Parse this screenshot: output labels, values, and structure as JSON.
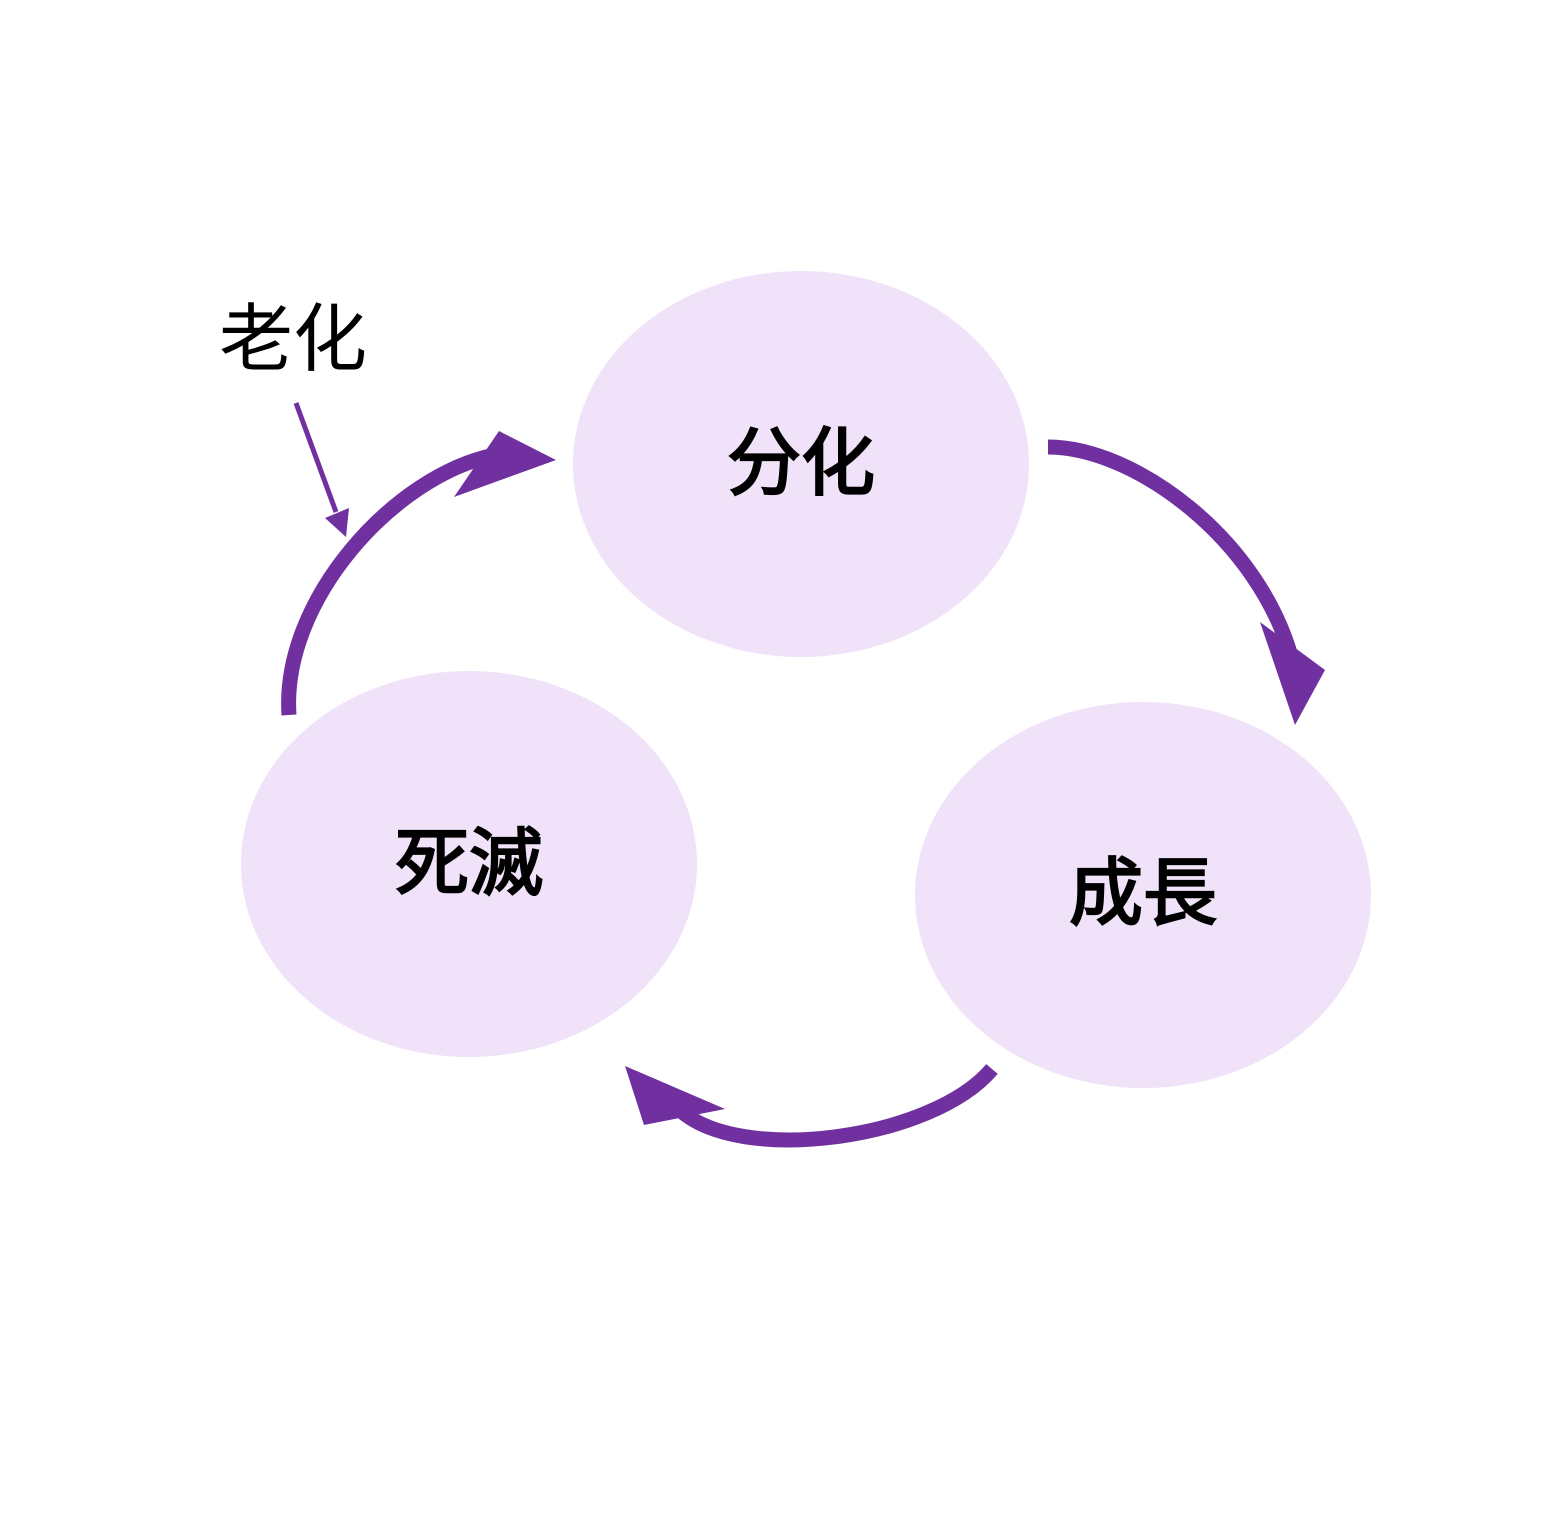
{
  "colors": {
    "node_fill": "#f0e2f8",
    "arrow": "#7030a0",
    "text": "#000000",
    "background": "#ffffff"
  },
  "nodes": {
    "differentiation": {
      "label": "分化"
    },
    "growth": {
      "label": "成長"
    },
    "death": {
      "label": "死滅"
    }
  },
  "annotation": {
    "label": "老化"
  },
  "arrows": [
    {
      "from": "differentiation",
      "to": "growth"
    },
    {
      "from": "growth",
      "to": "death"
    },
    {
      "from": "death",
      "to": "differentiation"
    }
  ]
}
